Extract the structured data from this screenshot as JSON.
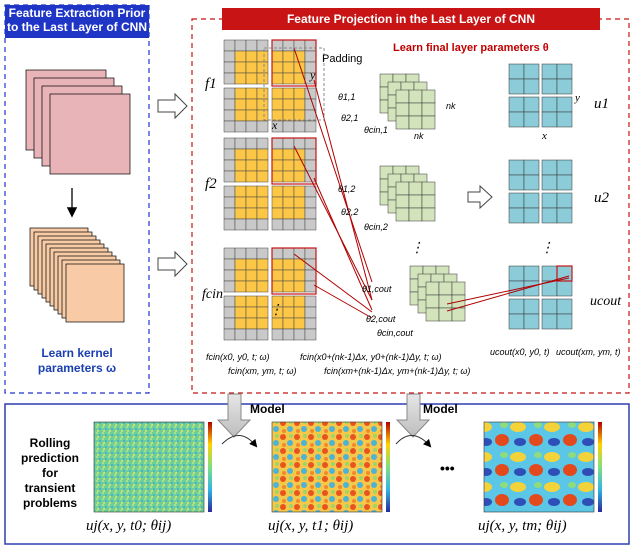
{
  "left_panel": {
    "title_line1": "Feature Extraction Prior",
    "title_line2": "to the Last Layer of CNN",
    "note_line1": "Learn kernel",
    "note_line2": "parameters ω"
  },
  "right_panel": {
    "title": "Feature Projection in the Last Layer of CNN",
    "subtitle": "Learn final layer parameters θ",
    "padding_label": "Padding",
    "inputs": [
      "f1",
      "f2",
      "fcin"
    ],
    "outputs": [
      "u1",
      "u2",
      "ucout"
    ],
    "axis_x": "x",
    "axis_y": "y",
    "kernel_sizes": [
      "nk",
      "nk"
    ],
    "theta_labels_1": [
      "θ1,1",
      "θ2,1",
      "θcin,1"
    ],
    "theta_labels_2": [
      "θ1,2",
      "θ2,2",
      "θcin,2"
    ],
    "theta_labels_3": [
      "θ1,cout",
      "θ2,cout",
      "θcin,cout"
    ],
    "input_annotations": [
      "fcin(x0, y0, t; ω)",
      "fcin(xm, ym, t; ω)",
      "fcin(x0+(nk-1)Δx, y0+(nk-1)Δy, t; ω)",
      "fcin(xm+(nk-1)Δx, ym+(nk-1)Δy, t; ω)"
    ],
    "output_annotations": [
      "ucout(x0, y0, t)",
      "ucout(xm, ym, t)"
    ]
  },
  "bottom_panel": {
    "rolling_line1": "Rolling",
    "rolling_line2": "prediction",
    "rolling_line3": "for",
    "rolling_line4": "transient",
    "rolling_line5": "problems",
    "model_label": "Model",
    "ellipsis": "•••",
    "equations": [
      "uj(x, y, t0; θij)",
      "uj(x, y, t1; θij)",
      "uj(x, y, tm; θij)"
    ]
  },
  "colors": {
    "header_blue": "#1f35c6",
    "header_red": "#c81414",
    "grid_yellow": "#fcc647",
    "grid_gray": "#c9c9c9",
    "kernel_green": "#d3e4bd",
    "output_blue": "#8ccbd8",
    "map_pink": "#e9b4b8",
    "map_peach": "#f8cba6"
  }
}
